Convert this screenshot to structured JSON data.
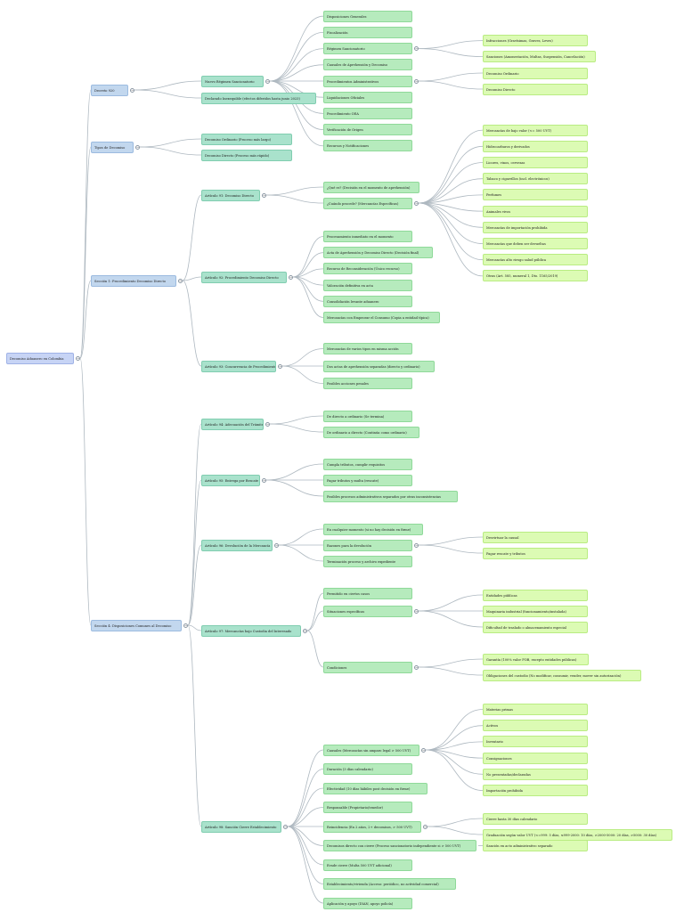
{
  "root": {
    "id": "root",
    "label": "Decomiso Aduanero en Colombia",
    "children": [
      {
        "id": "d920",
        "label": "Decreto 920",
        "children": [
          {
            "id": "nrs",
            "label": "Nuevo Régimen Sancionatorio",
            "children": [
              {
                "label": "Disposiciones Generales"
              },
              {
                "label": "Fiscalización"
              },
              {
                "id": "rs",
                "label": "Régimen Sancionatorio",
                "children": [
                  {
                    "label": "Infracciones (Gravísimas, Graves, Leves)"
                  },
                  {
                    "label": "Sanciones (Amonestación, Multas, Suspensión, Cancelación)"
                  }
                ]
              },
              {
                "label": "Causales de Aprehensión y Decomiso"
              },
              {
                "id": "pa",
                "label": "Procedimientos Administrativos",
                "children": [
                  {
                    "label": "Decomiso Ordinario"
                  },
                  {
                    "label": "Decomiso Directo"
                  }
                ]
              },
              {
                "label": "Liquidaciones Oficiales"
              },
              {
                "label": "Procedimiento OEA"
              },
              {
                "label": "Verificación de Origen"
              },
              {
                "label": "Recursos y Notificaciones"
              }
            ]
          },
          {
            "label": "Declarado Inexequible (efectos diferidos hasta junio 2023)"
          }
        ]
      },
      {
        "id": "tipos",
        "label": "Tipos de Decomiso",
        "children": [
          {
            "label": "Decomiso Ordinario (Proceso más largo)"
          },
          {
            "label": "Decomiso Directo (Proceso más rápido)"
          }
        ]
      },
      {
        "id": "s1",
        "label": "Sección 1: Procedimiento Decomiso Directo",
        "children": [
          {
            "id": "a91",
            "label": "Artículo 91: Decomiso Directo",
            "children": [
              {
                "label": "¿Qué es? (Decisión en el momento de aprehensión)"
              },
              {
                "id": "cuando",
                "label": "¿Cuándo procede? (Mercancías Específicas)",
                "children": [
                  {
                    "label": "Mercancías de bajo valor (<= 500 UVT)"
                  },
                  {
                    "label": "Hidrocarburos y derivados"
                  },
                  {
                    "label": "Licores, vinos, cervezas"
                  },
                  {
                    "label": "Tabaco y cigarrillos (incl. electrónicos)"
                  },
                  {
                    "label": "Perfumes"
                  },
                  {
                    "label": "Animales vivos"
                  },
                  {
                    "label": "Mercancías de importación prohibida"
                  },
                  {
                    "label": "Mercancías que deben ser devueltas"
                  },
                  {
                    "label": "Mercancías alto riesgo salud pública"
                  },
                  {
                    "label": "Otras (Art. 585, numeral 1, Dto. 1165/2019)"
                  }
                ]
              }
            ]
          },
          {
            "id": "a92",
            "label": "Artículo 92: Procedimiento Decomiso Directo",
            "children": [
              {
                "label": "Procesamiento inmediato en el momento"
              },
              {
                "label": "Acta de Aprehensión y Decomiso Directo (Decisión final)"
              },
              {
                "label": "Recurso de Reconsideración (Único recurso)"
              },
              {
                "label": "Valoración definitiva en acta"
              },
              {
                "label": "Consolidación levante aduanero"
              },
              {
                "label": "Mercancías con Empeorar el Consumo (Copia a entidad típica)"
              }
            ]
          },
          {
            "id": "a93",
            "label": "Artículo 93: Concurrencia de Procedimientos",
            "children": [
              {
                "label": "Mercancías de varios tipos en misma acción"
              },
              {
                "label": "Dos actas de aprehensión separadas (directo y ordinario)"
              },
              {
                "label": "Posibles acciones penales"
              }
            ]
          }
        ]
      },
      {
        "id": "s4",
        "label": "Sección 4: Disposiciones Comunes al Decomiso",
        "children": [
          {
            "id": "a94",
            "label": "Artículo 94: Adecuación del Trámite",
            "children": [
              {
                "label": "De directo a ordinario (Se termina)"
              },
              {
                "label": "De ordinario a directo (Continúa como ordinario)"
              }
            ]
          },
          {
            "id": "a95",
            "label": "Artículo 95: Entrega por Rescate",
            "children": [
              {
                "label": "Cumpla tributos, cumplir requisitos"
              },
              {
                "label": "Pagar tributos y multa (rescate)"
              },
              {
                "label": "Posibles procesos administrativos separados por otras inconsistencias"
              }
            ]
          },
          {
            "id": "a96",
            "label": "Artículo 96: Devolución de la Mercancía",
            "children": [
              {
                "label": "En cualquier momento (si no hay decisión en firme)"
              },
              {
                "id": "raz",
                "label": "Razones para la devolución",
                "children": [
                  {
                    "label": "Desvirtuar la causal"
                  },
                  {
                    "label": "Pagar rescate y tributos"
                  }
                ]
              },
              {
                "label": "Terminación proceso y archivo expediente"
              }
            ]
          },
          {
            "id": "a97",
            "label": "Artículo 97: Mercancías bajo Custodia del Interesado",
            "children": [
              {
                "label": "Permitido en ciertos casos"
              },
              {
                "id": "sit",
                "label": "Situaciones específicas",
                "children": [
                  {
                    "label": "Entidades públicas"
                  },
                  {
                    "label": "Maquinaria industrial (funcionamiento/instalada)"
                  },
                  {
                    "label": "Dificultad de traslado o almacenamiento especial"
                  }
                ]
              },
              {
                "id": "cond",
                "label": "Condiciones",
                "children": [
                  {
                    "label": "Garantía (100% valor FOB, excepto entidades públicas)"
                  },
                  {
                    "label": "Obligaciones del custodio (No modificar, consumir, vender, mover sin autorización)"
                  }
                ]
              }
            ]
          },
          {
            "id": "a98",
            "label": "Artículo 98: Sanción Cierre Establecimiento",
            "children": [
              {
                "id": "caus",
                "label": "Causales (Mercancías sin amparo legal > 500 UVT)",
                "children": [
                  {
                    "label": "Materias primas"
                  },
                  {
                    "label": "Activos"
                  },
                  {
                    "label": "Inventario"
                  },
                  {
                    "label": "Consignaciones"
                  },
                  {
                    "label": "No presentadas/declaradas"
                  },
                  {
                    "label": "Importación prohibida"
                  }
                ]
              },
              {
                "label": "Duración (3 días calendario)"
              },
              {
                "label": "Efectividad (10 días hábiles post decisión en firme)"
              },
              {
                "label": "Responsable (Propietario/tenedor)"
              },
              {
                "id": "rein",
                "label": "Reincidencia (En 2 años, 2+ decomisos, > 500 UVT)",
                "children": [
                  {
                    "label": "Cierre hasta 30 días calendario"
                  },
                  {
                    "label": "Graduación según valor UVT (<=999: 5 días, ≤999-2000: 10 días, >2000-5000: 20 días, >5000: 30 días)"
                  }
                ]
              },
              {
                "label": "Decomisos directo con cierre (Proceso sancionatorio independiente si > 500 UVT)",
                "children": [
                  {
                    "label": "Sanción en acto administrativo separado"
                  }
                ]
              },
              {
                "label": "Evade cierre (Multa 500 UVT adicional)"
              },
              {
                "label": "Establecimiento/vivienda (Acceso: periódico, no actividad comercial)"
              },
              {
                "label": "Aplicación y apoyo (DIAN, apoyo policía)"
              }
            ]
          }
        ]
      }
    ]
  }
}
